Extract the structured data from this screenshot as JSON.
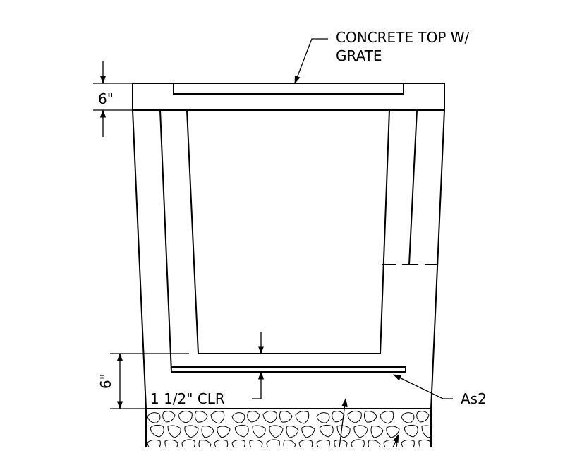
{
  "labels": {
    "top_note_line1": "CONCRETE TOP W/",
    "top_note_line2": "GRATE",
    "top_dim": "6\"",
    "bottom_dim": "6\"",
    "clear_note": "1 1/2\" CLR",
    "rebar_callout": "As2"
  },
  "colors": {
    "line": "#000000",
    "background": "#ffffff"
  }
}
